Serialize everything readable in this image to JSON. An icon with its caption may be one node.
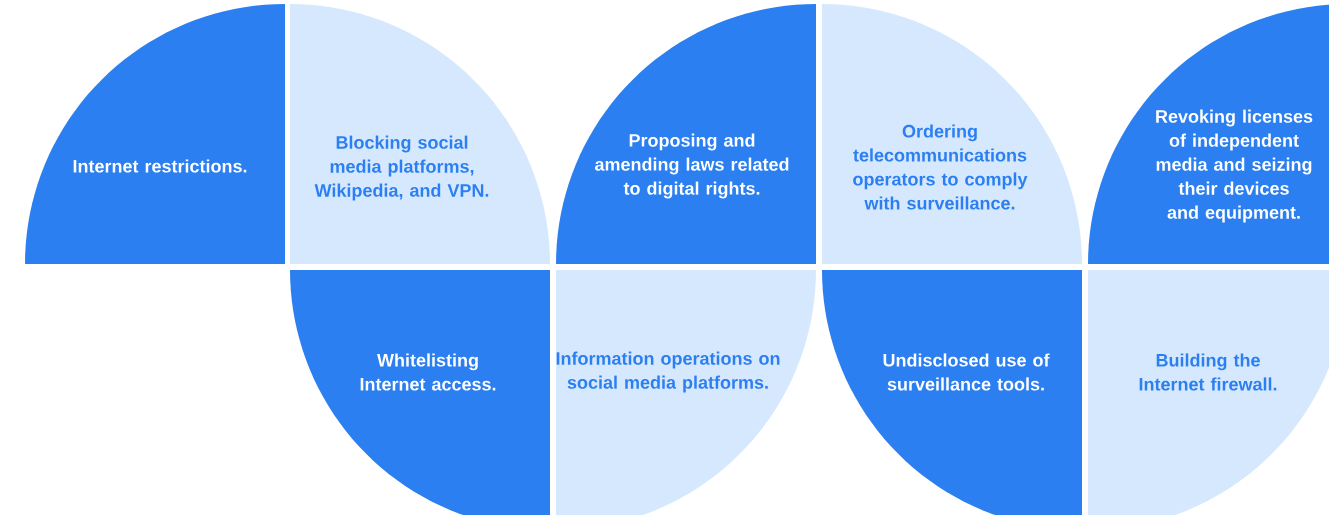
{
  "diagram": {
    "nodes": [
      {
        "text": [
          "Internet restrictions."
        ]
      },
      {
        "text": [
          "Blocking social media platforms, Wikipedia, and VPN."
        ]
      },
      {
        "text": [
          "Proposing and amending laws related to digital rights."
        ]
      },
      {
        "text": [
          "Ordering telecommunications operators to comply with surveillance."
        ]
      },
      {
        "text": [
          "Revoking licenses of independent media and seizing their devices and equipment."
        ]
      },
      {
        "text": [
          "Whitelisting Internet access."
        ]
      },
      {
        "text": [
          "Information operations on social media platforms."
        ]
      },
      {
        "text": [
          "Undisclosed use of surveillance tools."
        ]
      },
      {
        "text": [
          "Building the Internet firewall."
        ]
      }
    ]
  }
}
